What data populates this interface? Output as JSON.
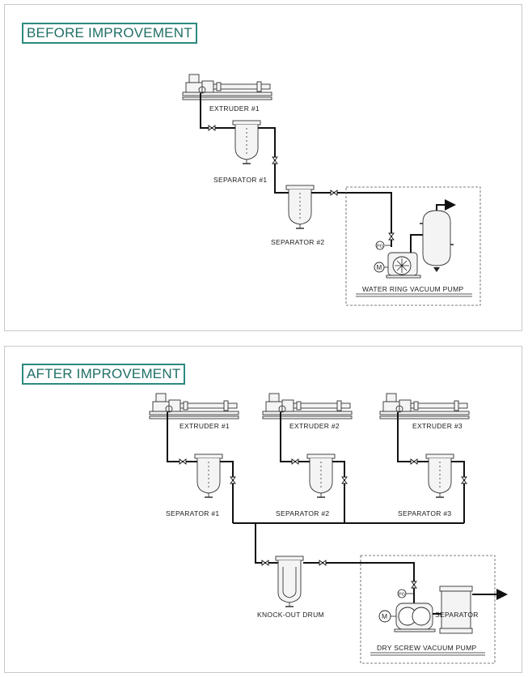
{
  "before": {
    "title": "BEFORE IMPROVEMENT",
    "extruder_label": "EXTRUDER #1",
    "separator1_label": "SEPARATOR #1",
    "separator2_label": "SEPARATOR #2",
    "pump_label": "WATER RING VACUUM PUMP",
    "pg_label": "PG",
    "motor_label": "M"
  },
  "after": {
    "title": "AFTER IMPROVEMENT",
    "extruders": [
      "EXTRUDER #1",
      "EXTRUDER #2",
      "EXTRUDER #3"
    ],
    "separators": [
      "SEPARATOR #1",
      "SEPARATOR #2",
      "SEPARATOR #3"
    ],
    "drum_label": "KNOCK-OUT DRUM",
    "separator_label": "SEPARATOR",
    "pump_label": "DRY SCREW  VACUUM PUMP",
    "pg_label": "PG",
    "motor_label": "M"
  }
}
